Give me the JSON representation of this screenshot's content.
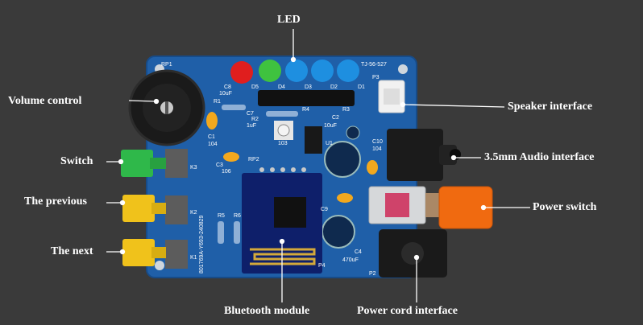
{
  "labels": {
    "led": "LED",
    "volume_control": "Volume control",
    "switch": "Switch",
    "previous": "The previous",
    "next": "The next",
    "speaker_interface": "Speaker interface",
    "audio_interface": "3.5mm Audio interface",
    "power_switch": "Power switch",
    "bluetooth_module": "Bluetooth module",
    "power_cord_interface": "Power cord interface"
  },
  "silkscreen": {
    "rp1": "RP1",
    "rp2": "RP2",
    "p3": "P3",
    "p2": "P2",
    "p4": "P4",
    "board_id": "TJ-56-527",
    "board_code": "801769A-Y693-240829",
    "d1": "D1",
    "d2": "D2",
    "d3": "D3",
    "d4": "D4",
    "d5": "D5",
    "r1": "R1",
    "r2": "R2",
    "r3": "R3",
    "r4": "R4",
    "r5": "R5",
    "r6": "R6",
    "c1": "C1",
    "c2": "C2",
    "c3": "C3",
    "c4": "C4",
    "c7": "C7",
    "c8": "C8",
    "c9": "C9",
    "c10": "C10",
    "k1": "K1",
    "k2": "K2",
    "k3": "K3",
    "u1": "U1",
    "c8_value": "10uF",
    "c7_value": "1uF",
    "c2_value": "10uF",
    "c1_value": "104",
    "c10_value": "104",
    "c4_value": "470uF",
    "cap_106": "106",
    "pot_103": "103"
  },
  "colors": {
    "background": "#3a3a3a",
    "pcb": "#1f5fa8",
    "led_red": "#e01e1e",
    "led_green": "#3fc23f",
    "led_blue": "#1e8fe0",
    "button_green": "#2fb84a",
    "button_yellow": "#f0c21b",
    "power_knob": "#f06a10"
  }
}
